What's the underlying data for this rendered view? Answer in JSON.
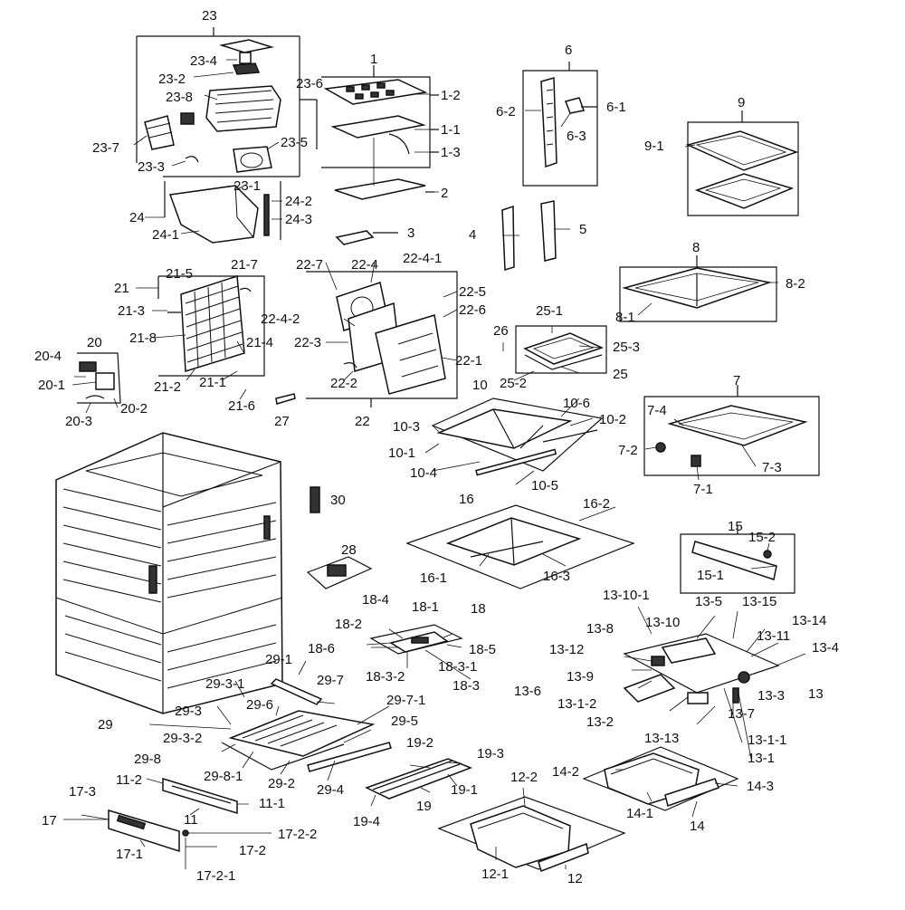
{
  "diagram": {
    "labels": [
      {
        "id": "p23",
        "text": "23"
      },
      {
        "id": "p23_4",
        "text": "23-4"
      },
      {
        "id": "p23_2",
        "text": "23-2"
      },
      {
        "id": "p23_8",
        "text": "23-8"
      },
      {
        "id": "p23_6",
        "text": "23-6"
      },
      {
        "id": "p23_7",
        "text": "23-7"
      },
      {
        "id": "p23_5",
        "text": "23-5"
      },
      {
        "id": "p23_3",
        "text": "23-3"
      },
      {
        "id": "p23_1",
        "text": "23-1"
      },
      {
        "id": "p1",
        "text": "1"
      },
      {
        "id": "p1_2",
        "text": "1-2"
      },
      {
        "id": "p1_1",
        "text": "1-1"
      },
      {
        "id": "p1_3",
        "text": "1-3"
      },
      {
        "id": "p2",
        "text": "2"
      },
      {
        "id": "p3",
        "text": "3"
      },
      {
        "id": "p4",
        "text": "4"
      },
      {
        "id": "p5",
        "text": "5"
      },
      {
        "id": "p6",
        "text": "6"
      },
      {
        "id": "p6_2",
        "text": "6-2"
      },
      {
        "id": "p6_1",
        "text": "6-1"
      },
      {
        "id": "p6_3",
        "text": "6-3"
      },
      {
        "id": "p9",
        "text": "9"
      },
      {
        "id": "p9_1",
        "text": "9-1"
      },
      {
        "id": "p24",
        "text": "24"
      },
      {
        "id": "p24_2",
        "text": "24-2"
      },
      {
        "id": "p24_3",
        "text": "24-3"
      },
      {
        "id": "p24_1",
        "text": "24-1"
      },
      {
        "id": "p21",
        "text": "21"
      },
      {
        "id": "p21_5",
        "text": "21-5"
      },
      {
        "id": "p21_7",
        "text": "21-7"
      },
      {
        "id": "p21_3",
        "text": "21-3"
      },
      {
        "id": "p21_8",
        "text": "21-8"
      },
      {
        "id": "p21_4",
        "text": "21-4"
      },
      {
        "id": "p21_2",
        "text": "21-2"
      },
      {
        "id": "p21_1",
        "text": "21-1"
      },
      {
        "id": "p21_6",
        "text": "21-6"
      },
      {
        "id": "p22_7",
        "text": "22-7"
      },
      {
        "id": "p22_4",
        "text": "22-4"
      },
      {
        "id": "p22_4_1",
        "text": "22-4-1"
      },
      {
        "id": "p22_5",
        "text": "22-5"
      },
      {
        "id": "p22_6",
        "text": "22-6"
      },
      {
        "id": "p22_4_2",
        "text": "22-4-2"
      },
      {
        "id": "p22_3",
        "text": "22-3"
      },
      {
        "id": "p22_2",
        "text": "22-2"
      },
      {
        "id": "p22_1",
        "text": "22-1"
      },
      {
        "id": "p22",
        "text": "22"
      },
      {
        "id": "p8",
        "text": "8"
      },
      {
        "id": "p8_2",
        "text": "8-2"
      },
      {
        "id": "p8_1",
        "text": "8-1"
      },
      {
        "id": "p20",
        "text": "20"
      },
      {
        "id": "p20_4",
        "text": "20-4"
      },
      {
        "id": "p20_1",
        "text": "20-1"
      },
      {
        "id": "p20_2",
        "text": "20-2"
      },
      {
        "id": "p20_3",
        "text": "20-3"
      },
      {
        "id": "p27",
        "text": "27"
      },
      {
        "id": "p26",
        "text": "26"
      },
      {
        "id": "p25_1",
        "text": "25-1"
      },
      {
        "id": "p25_3",
        "text": "25-3"
      },
      {
        "id": "p25",
        "text": "25"
      },
      {
        "id": "p25_2",
        "text": "25-2"
      },
      {
        "id": "p10",
        "text": "10"
      },
      {
        "id": "p10_6",
        "text": "10-6"
      },
      {
        "id": "p10_3",
        "text": "10-3"
      },
      {
        "id": "p10_2",
        "text": "10-2"
      },
      {
        "id": "p10_1",
        "text": "10-1"
      },
      {
        "id": "p10_4",
        "text": "10-4"
      },
      {
        "id": "p10_5",
        "text": "10-5"
      },
      {
        "id": "p7",
        "text": "7"
      },
      {
        "id": "p7_4",
        "text": "7-4"
      },
      {
        "id": "p7_2",
        "text": "7-2"
      },
      {
        "id": "p7_3",
        "text": "7-3"
      },
      {
        "id": "p7_1",
        "text": "7-1"
      },
      {
        "id": "p30",
        "text": "30"
      },
      {
        "id": "p16",
        "text": "16"
      },
      {
        "id": "p16_2",
        "text": "16-2"
      },
      {
        "id": "p16_1",
        "text": "16-1"
      },
      {
        "id": "p16_3",
        "text": "16-3"
      },
      {
        "id": "p15",
        "text": "15"
      },
      {
        "id": "p15_2",
        "text": "15-2"
      },
      {
        "id": "p15_1",
        "text": "15-1"
      },
      {
        "id": "p28",
        "text": "28"
      },
      {
        "id": "p18_4",
        "text": "18-4"
      },
      {
        "id": "p18_1",
        "text": "18-1"
      },
      {
        "id": "p18",
        "text": "18"
      },
      {
        "id": "p18_2",
        "text": "18-2"
      },
      {
        "id": "p18_6",
        "text": "18-6"
      },
      {
        "id": "p18_5",
        "text": "18-5"
      },
      {
        "id": "p18_3_1",
        "text": "18-3-1"
      },
      {
        "id": "p18_3_2",
        "text": "18-3-2"
      },
      {
        "id": "p18_3",
        "text": "18-3"
      },
      {
        "id": "p13_10_1",
        "text": "13-10-1"
      },
      {
        "id": "p13_5",
        "text": "13-5"
      },
      {
        "id": "p13_15",
        "text": "13-15"
      },
      {
        "id": "p13_8",
        "text": "13-8"
      },
      {
        "id": "p13_10",
        "text": "13-10"
      },
      {
        "id": "p13_14",
        "text": "13-14"
      },
      {
        "id": "p13_11",
        "text": "13-11"
      },
      {
        "id": "p13_12",
        "text": "13-12"
      },
      {
        "id": "p13_4",
        "text": "13-4"
      },
      {
        "id": "p13_9",
        "text": "13-9"
      },
      {
        "id": "p13",
        "text": "13"
      },
      {
        "id": "p13_6",
        "text": "13-6"
      },
      {
        "id": "p13_3",
        "text": "13-3"
      },
      {
        "id": "p13_1_2",
        "text": "13-1-2"
      },
      {
        "id": "p13_7",
        "text": "13-7"
      },
      {
        "id": "p13_2",
        "text": "13-2"
      },
      {
        "id": "p13_13",
        "text": "13-13"
      },
      {
        "id": "p13_1_1",
        "text": "13-1-1"
      },
      {
        "id": "p13_1",
        "text": "13-1"
      },
      {
        "id": "p29_1",
        "text": "29-1"
      },
      {
        "id": "p29_3_1",
        "text": "29-3-1"
      },
      {
        "id": "p29_7",
        "text": "29-7"
      },
      {
        "id": "p29_3",
        "text": "29-3"
      },
      {
        "id": "p29_6",
        "text": "29-6"
      },
      {
        "id": "p29_7_1",
        "text": "29-7-1"
      },
      {
        "id": "p29",
        "text": "29"
      },
      {
        "id": "p29_5",
        "text": "29-5"
      },
      {
        "id": "p29_3_2",
        "text": "29-3-2"
      },
      {
        "id": "p29_8",
        "text": "29-8"
      },
      {
        "id": "p29_8_1",
        "text": "29-8-1"
      },
      {
        "id": "p29_2",
        "text": "29-2"
      },
      {
        "id": "p29_4",
        "text": "29-4"
      },
      {
        "id": "p19_2",
        "text": "19-2"
      },
      {
        "id": "p19_3",
        "text": "19-3"
      },
      {
        "id": "p19_1",
        "text": "19-1"
      },
      {
        "id": "p19",
        "text": "19"
      },
      {
        "id": "p19_4",
        "text": "19-4"
      },
      {
        "id": "p11_2",
        "text": "11-2"
      },
      {
        "id": "p11_1",
        "text": "11-1"
      },
      {
        "id": "p11",
        "text": "11"
      },
      {
        "id": "p17_3",
        "text": "17-3"
      },
      {
        "id": "p17",
        "text": "17"
      },
      {
        "id": "p17_2_2",
        "text": "17-2-2"
      },
      {
        "id": "p17_1",
        "text": "17-1"
      },
      {
        "id": "p17_2",
        "text": "17-2"
      },
      {
        "id": "p17_2_1",
        "text": "17-2-1"
      },
      {
        "id": "p12_2",
        "text": "12-2"
      },
      {
        "id": "p12_1",
        "text": "12-1"
      },
      {
        "id": "p12",
        "text": "12"
      },
      {
        "id": "p14_2",
        "text": "14-2"
      },
      {
        "id": "p14_3",
        "text": "14-3"
      },
      {
        "id": "p14_1",
        "text": "14-1"
      },
      {
        "id": "p14",
        "text": "14"
      }
    ]
  }
}
